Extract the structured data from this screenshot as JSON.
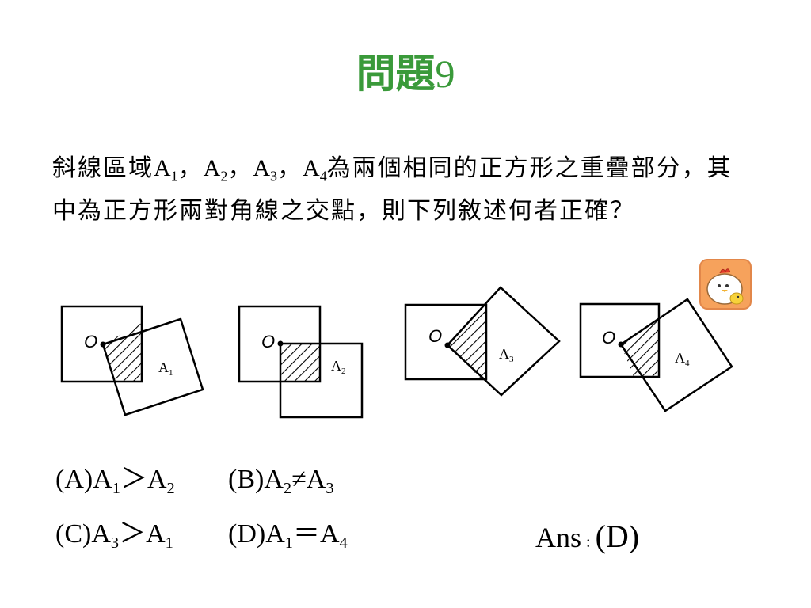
{
  "slide": {
    "title_main": "問題",
    "title_num": "9"
  },
  "question": {
    "p1": "斜線區域",
    "a1": "A",
    "a1_sub": "1",
    "sep1": "，",
    "a2": "A",
    "a2_sub": "2",
    "sep2": "，",
    "a3": "A",
    "a3_sub": "3",
    "sep3": "，",
    "a4": "A",
    "a4_sub": "4",
    "p2": "為兩個相同的正方形之重疊部分，其中為正方形兩對角線之交點，則下列敘述何者正確？"
  },
  "figures": {
    "labels": [
      {
        "base": "A",
        "sub": "1"
      },
      {
        "base": "A",
        "sub": "2"
      },
      {
        "base": "A",
        "sub": "3"
      },
      {
        "base": "A",
        "sub": "4"
      }
    ],
    "center_label": "O"
  },
  "options": {
    "a_pre": "(A)",
    "a_l": "A",
    "a_l_sub": "1",
    "a_op": "＞",
    "a_r": "A",
    "a_r_sub": "2",
    "b_pre": "(B)",
    "b_l": "A",
    "b_l_sub": "2",
    "b_op": "≠",
    "b_r": "A",
    "b_r_sub": "3",
    "c_pre": "(C)",
    "c_l": "A",
    "c_l_sub": "3",
    "c_op": "＞",
    "c_r": "A",
    "c_r_sub": "1",
    "d_pre": "(D)",
    "d_l": "A",
    "d_l_sub": "1",
    "d_op": "＝",
    "d_r": "A",
    "d_r_sub": "4"
  },
  "answer": {
    "label": "Ans",
    "colon": ":",
    "value": "(D)"
  },
  "colors": {
    "title": "#3a9a3a",
    "sticker_bg": "#f6a25c"
  },
  "icons": {
    "sticker": "chick-sticker-icon"
  }
}
